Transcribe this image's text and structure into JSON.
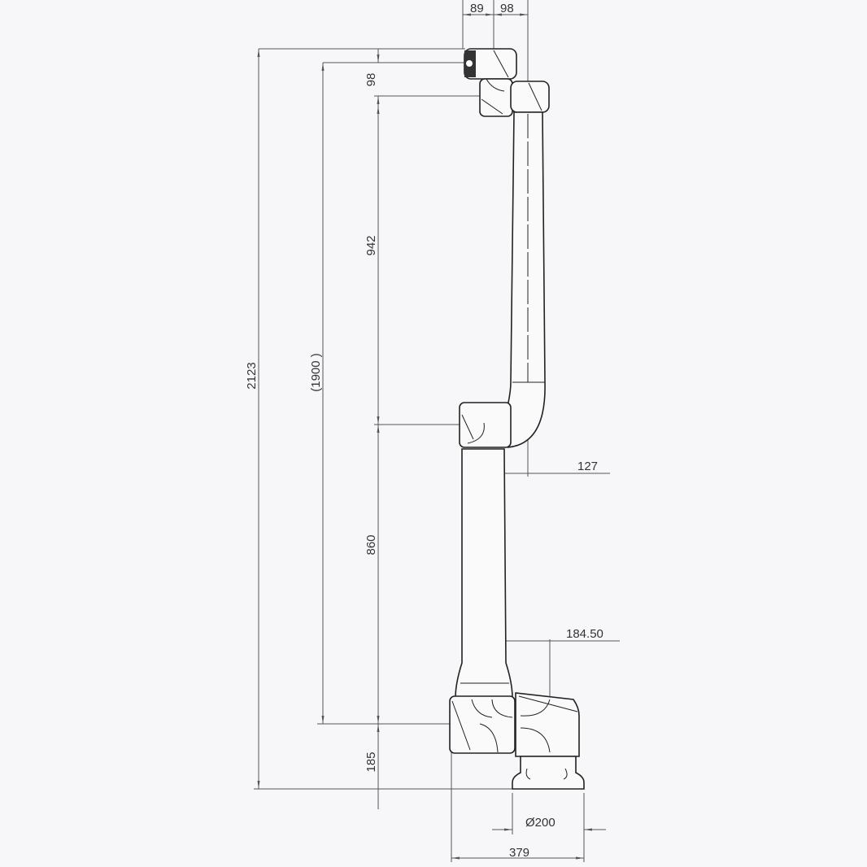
{
  "title": "Robot arm dimension drawing",
  "dimensions": {
    "top_offset_1": "89",
    "top_offset_2": "98",
    "wrist_height": "98",
    "upper_arm": "942",
    "reach": "(1900 )",
    "total_height": "2123",
    "forearm": "860",
    "base_height": "185",
    "elbow_offset": "127",
    "shoulder_offset": "184.50",
    "base_diameter": "Ø200",
    "base_width": "379"
  },
  "colors": {
    "background": "#f7f7f9",
    "line": "#222222",
    "dimension": "#555555"
  }
}
